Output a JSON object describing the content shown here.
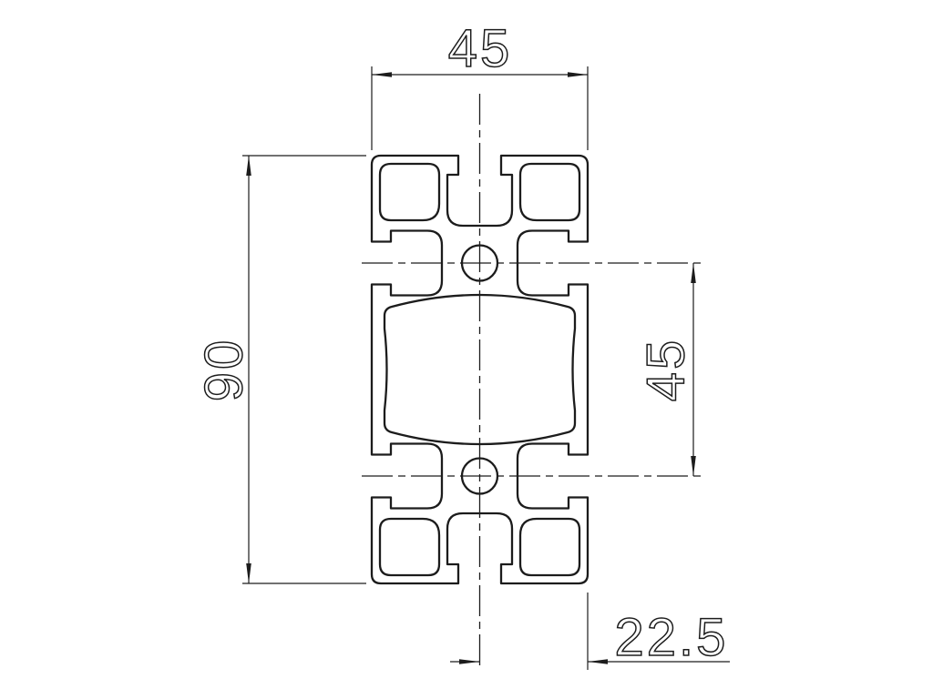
{
  "drawing": {
    "kind": "technical-cad-cross-section",
    "subject": "aluminium-extrusion-profile-45x90",
    "colors": {
      "line": "#1c1c1c",
      "background": "#ffffff"
    },
    "dimensions": {
      "top_width": "45",
      "left_height": "90",
      "right_hole_pitch": "45",
      "bottom_half_width": "22.5"
    }
  }
}
